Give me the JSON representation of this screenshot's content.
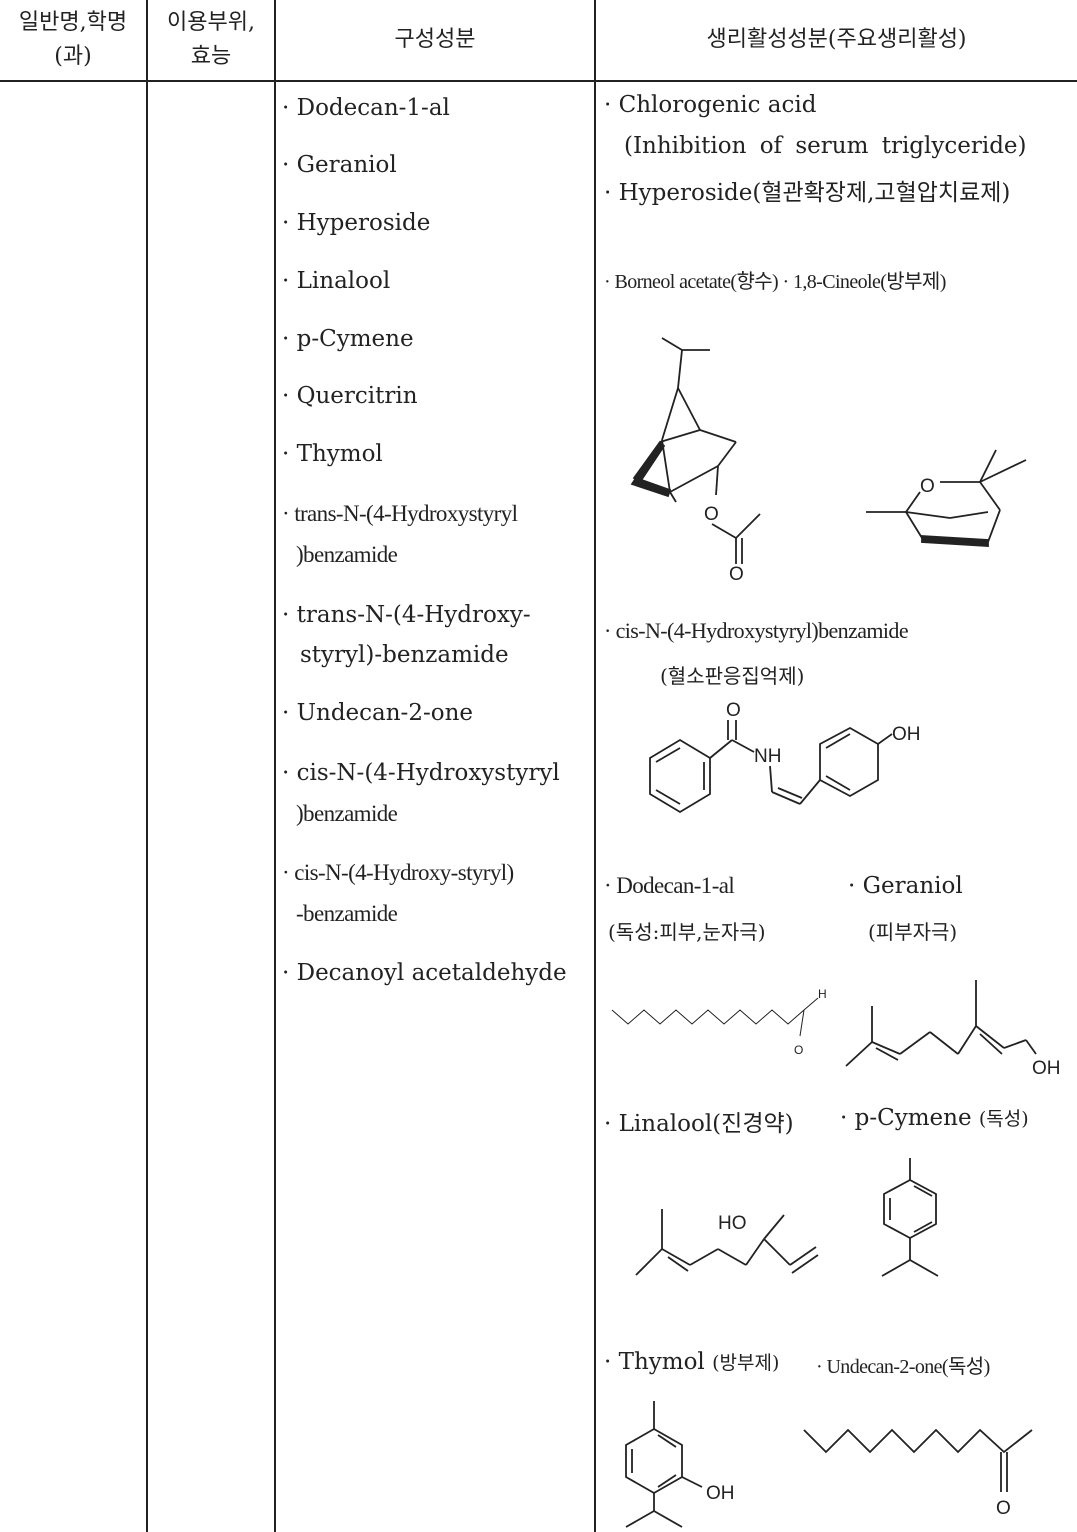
{
  "headers": {
    "col1_line1": "일반명,학명",
    "col1_line2": "(과)",
    "col2_line1": "이용부위,",
    "col2_line2": "효능",
    "col3": "구성성분",
    "col4": "생리활성성분(주요생리활성)"
  },
  "components": [
    "· Dodecan-1-al",
    "· Geraniol",
    "· Hyperoside",
    "· Linalool",
    "· p-Cymene",
    "· Quercitrin",
    "· Thymol",
    "· trans-N-(4-Hydroxystyryl",
    ")benzamide",
    "· trans-N-(4-Hydroxy-",
    "styryl)-benzamide",
    "· Undecan-2-one",
    "· cis-N-(4-Hydroxystyryl",
    ")benzamide",
    "· cis-N-(4-Hydroxy-styryl)",
    "-benzamide",
    "· Decanoyl acetaldehyde"
  ],
  "activities": {
    "chlorogenic": "· Chlorogenic acid",
    "chlorogenic_effect": "(Inhibition of serum triglyceride)",
    "hyperoside": "· Hyperoside(혈관확장제,고혈압치료제)",
    "borneol": "· Borneol acetate(향수) · 1,8-Cineole(방부제)",
    "cis_benzamide": "·  cis-N-(4-Hydroxystyryl)benzamide",
    "cis_benzamide_effect": "(혈소판응집억제)",
    "dodecanal": "·  Dodecan-1-al",
    "dodecanal_effect": "(독성:피부,눈자극)",
    "geraniol": "·  Geraniol",
    "geraniol_effect": "(피부자극)",
    "linalool": "· Linalool(진경약)",
    "pcymene": "· p-Cymene",
    "pcymene_effect": "(독성)",
    "thymol": "· Thymol",
    "thymol_effect": "(방부제)",
    "undecanone": "· Undecan-2-one(독성)"
  },
  "structure_labels": {
    "o": "O",
    "nh": "NH",
    "oh": "OH",
    "ho": "HO",
    "h": "H"
  }
}
